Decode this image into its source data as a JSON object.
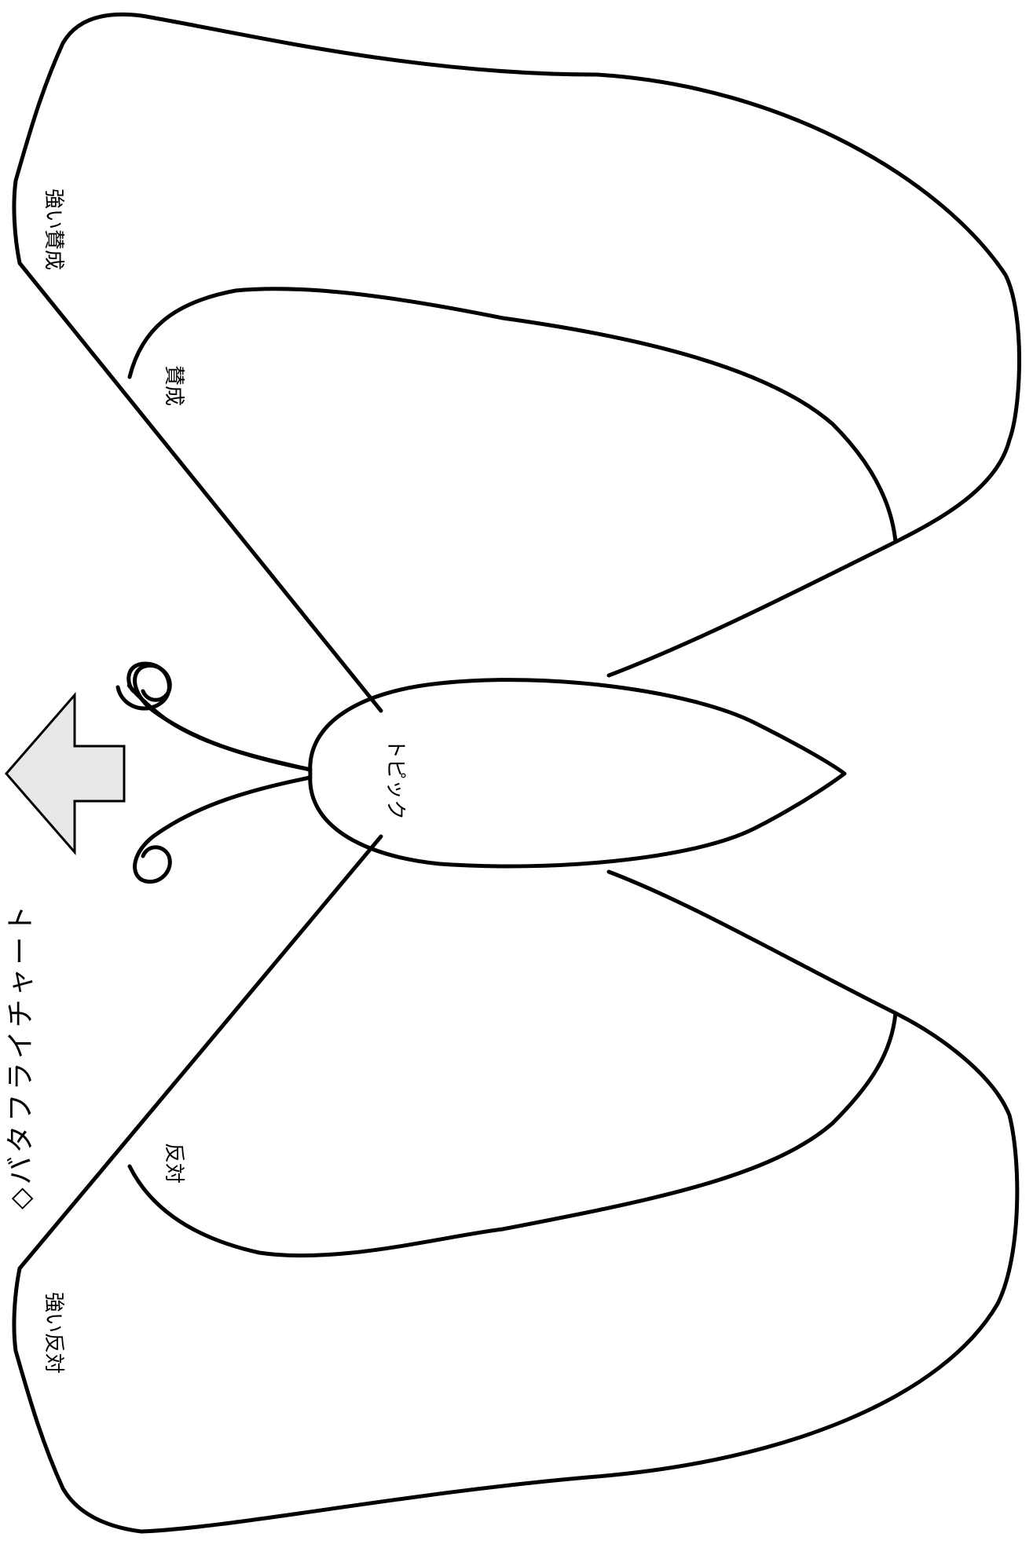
{
  "title": "◇バタフライチャート",
  "labels": {
    "strong_agree": "強い賛成",
    "agree": "賛成",
    "topic": "トピック",
    "disagree": "反対",
    "strong_disagree": "強い反対"
  },
  "colors": {
    "line": "#000000",
    "arrow_fill": "#e8e8e8",
    "background": "#ffffff"
  }
}
